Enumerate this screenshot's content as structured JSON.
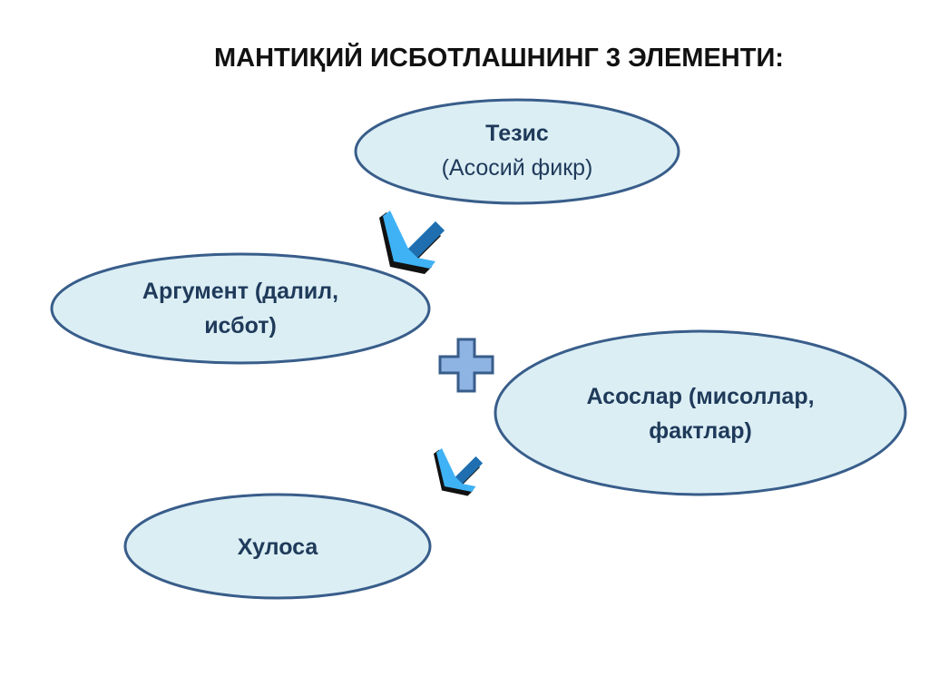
{
  "title": "МАНТИҚИЙ ИСБОТЛАШНИНГ 3 ЭЛЕМЕНТИ:",
  "nodes": {
    "thesis": {
      "title": "Тезис",
      "subtitle": "(Асосий фикр)"
    },
    "argument": {
      "line1": "Аргумент (далил,",
      "line2": "исбот)"
    },
    "grounds": {
      "line1": "Асослар (мисоллар,",
      "line2": "фактлар)"
    },
    "conclusion": {
      "title": "Хулоса"
    }
  },
  "colors": {
    "fill": "#dbeef4",
    "stroke": "#385d8a",
    "text": "#1f3a5a",
    "plus": "#8eb4e3"
  }
}
